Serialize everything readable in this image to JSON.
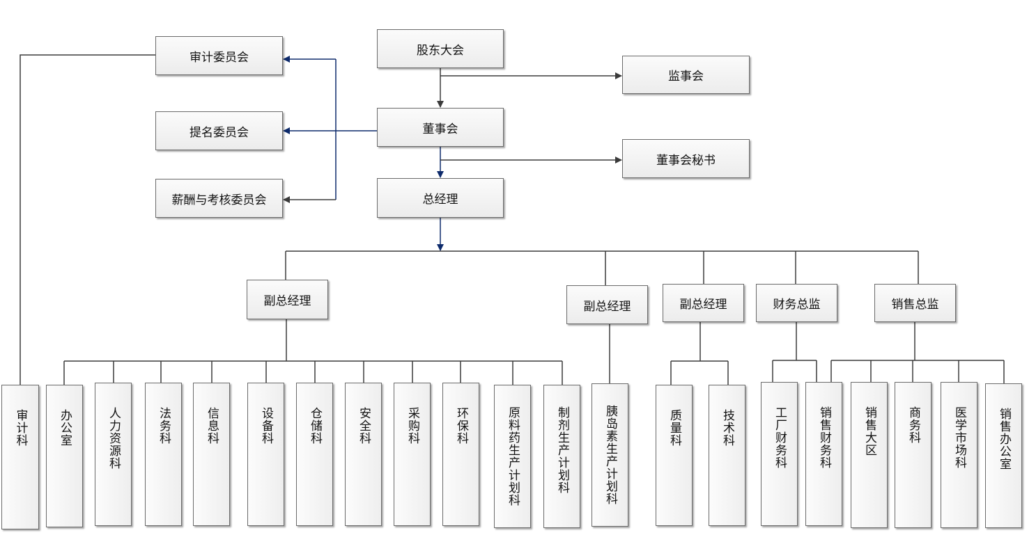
{
  "top": {
    "shareholders": "股东大会",
    "supervisory": "监事会",
    "board": "董事会",
    "board_secretary": "董事会秘书",
    "general_manager": "总经理"
  },
  "committees": {
    "audit": "审计委员会",
    "nomination": "提名委员会",
    "compensation": "薪酬与考核委员会"
  },
  "managers": {
    "vgm1": "副总经理",
    "vgm2": "副总经理",
    "vgm3": "副总经理",
    "finance_director": "财务总监",
    "sales_director": "销售总监"
  },
  "departments": {
    "audit": "审计科",
    "office": "办公室",
    "hr": "人力资源科",
    "legal": "法务科",
    "info": "信息科",
    "equipment": "设备科",
    "warehouse": "仓储科",
    "safety": "安全科",
    "purchase": "采购科",
    "env": "环保科",
    "api_plan": "原料药生产计划科",
    "prep_plan": "制剂生产计划科",
    "insulin_plan": "胰岛素生产计划科",
    "quality": "质量科",
    "tech": "技术科",
    "factory_finance": "工厂财务科",
    "sales_finance": "销售财务科",
    "sales_region": "销售大区",
    "business": "商务科",
    "medical_market": "医学市场科",
    "sales_office": "销售办公室"
  }
}
